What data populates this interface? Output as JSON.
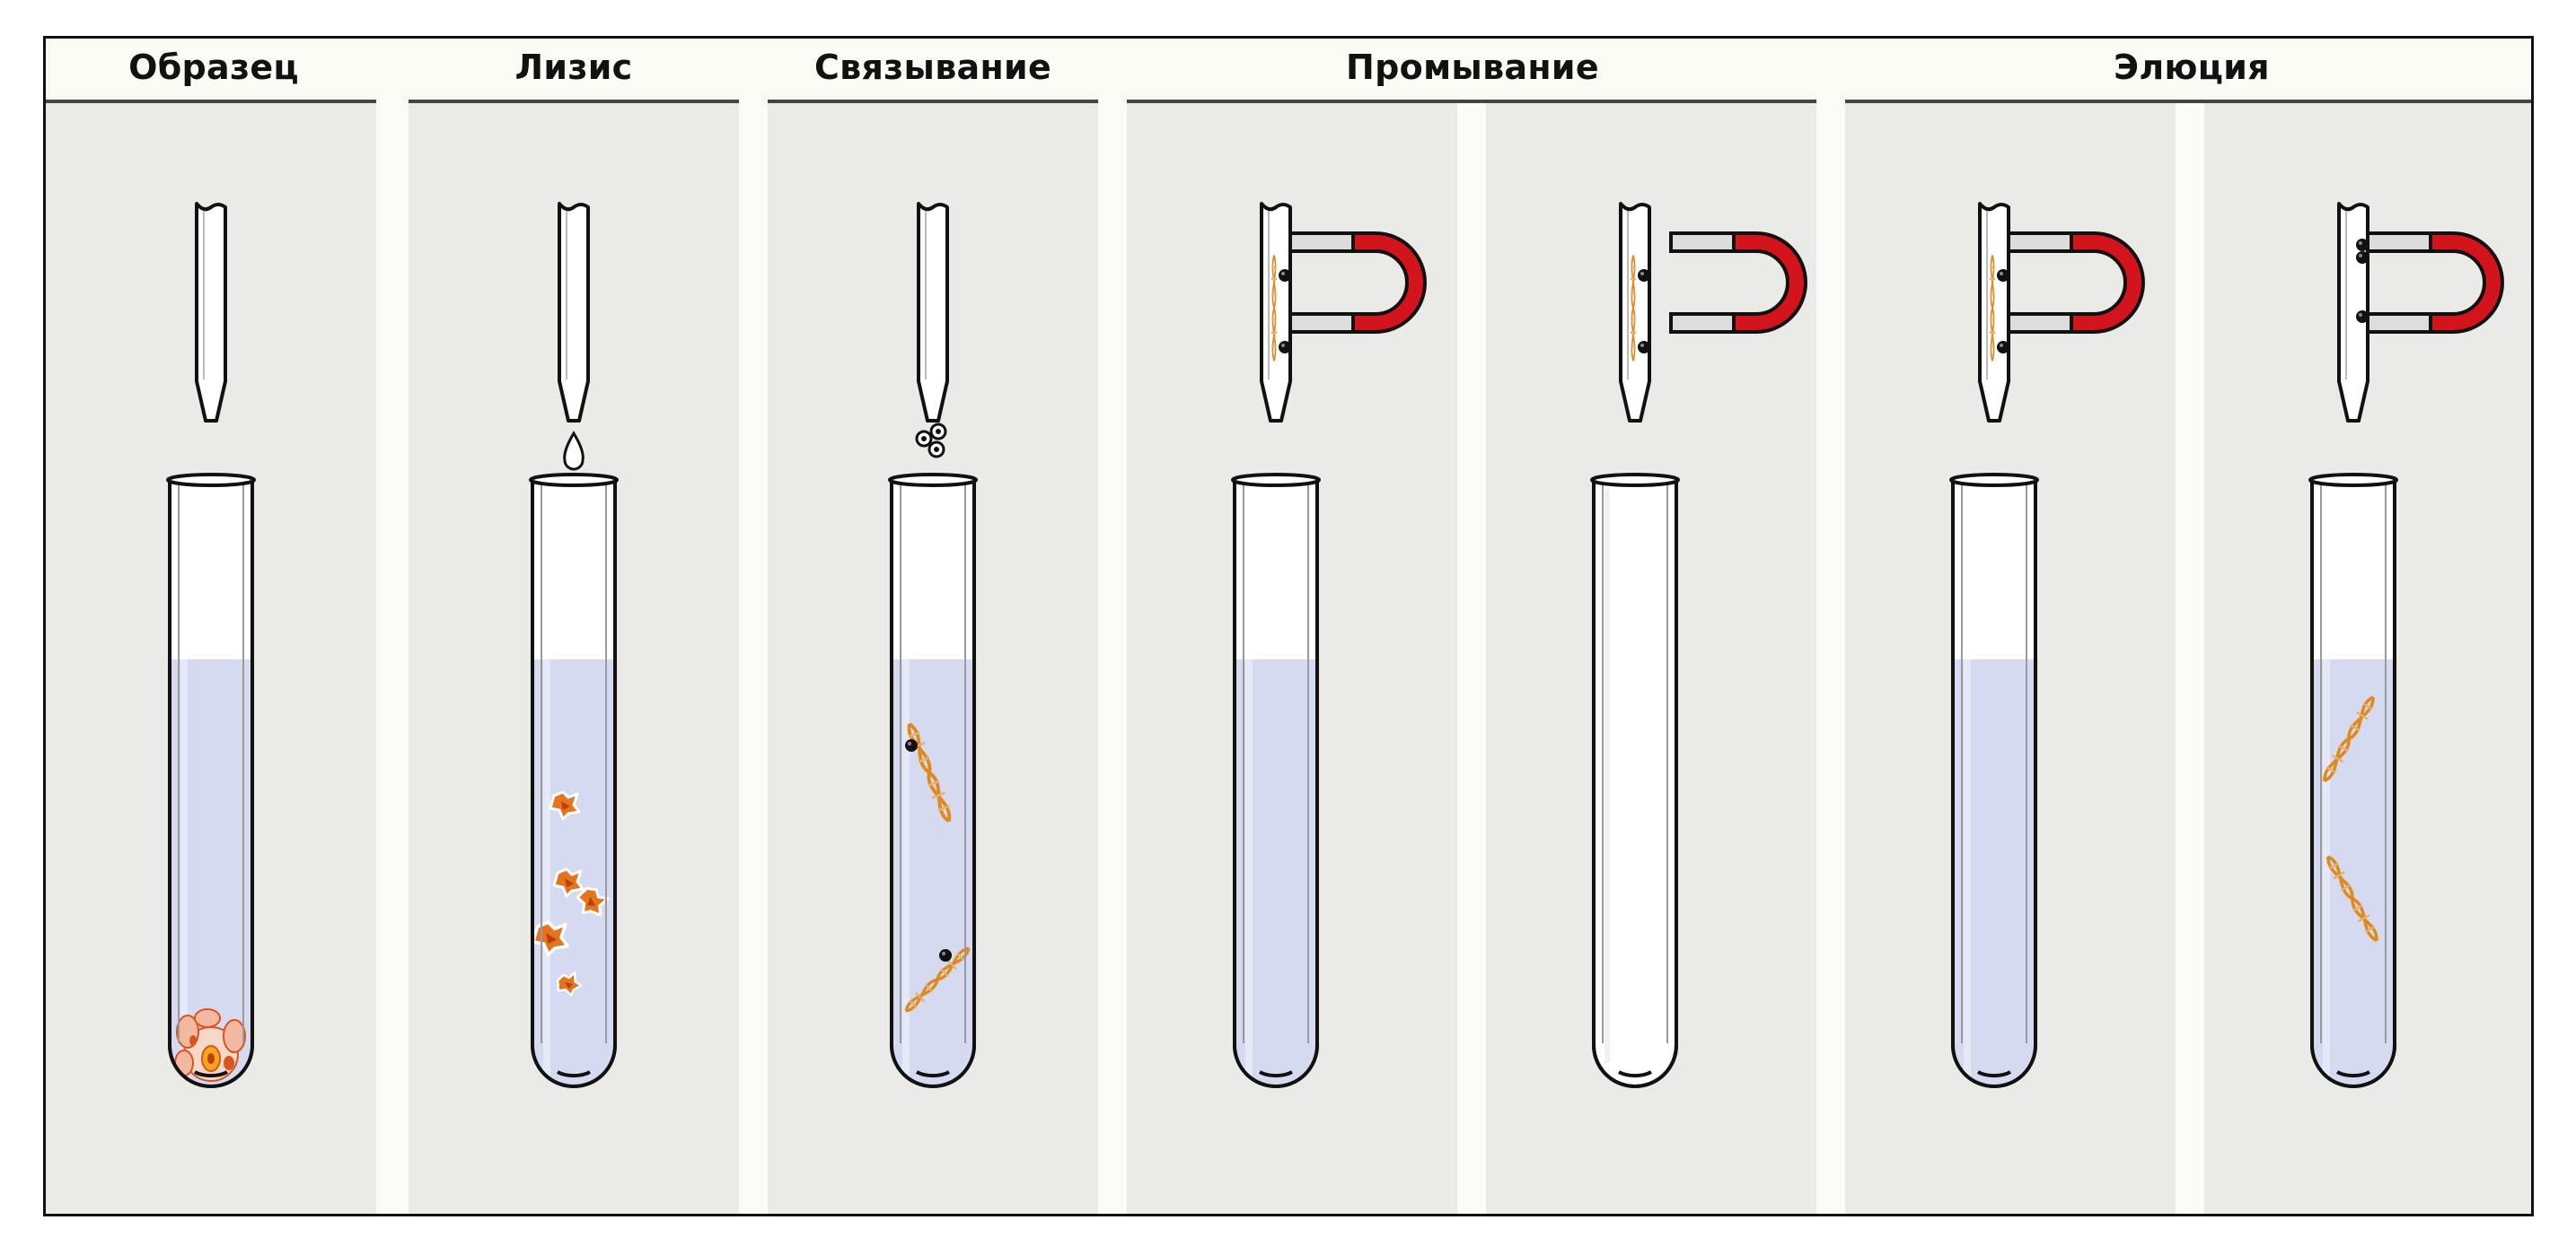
{
  "stages": [
    {
      "label": "Образец"
    },
    {
      "label": "Лизис"
    },
    {
      "label": "Связывание"
    },
    {
      "label": "Промывание"
    },
    {
      "label": "Элюция"
    }
  ],
  "colors": {
    "background": "#eaeae6",
    "liquid": "#d5daf0",
    "magnet_red": "#d4141c",
    "magnet_gray": "#d0d0d0",
    "dna": "#e08a1e",
    "cell": "#d9541e",
    "bead": "#111111"
  },
  "icons": [
    "pipette-icon",
    "test-tube-icon",
    "magnet-icon",
    "dna-icon",
    "cell-icon",
    "bead-icon",
    "droplet-icon"
  ]
}
